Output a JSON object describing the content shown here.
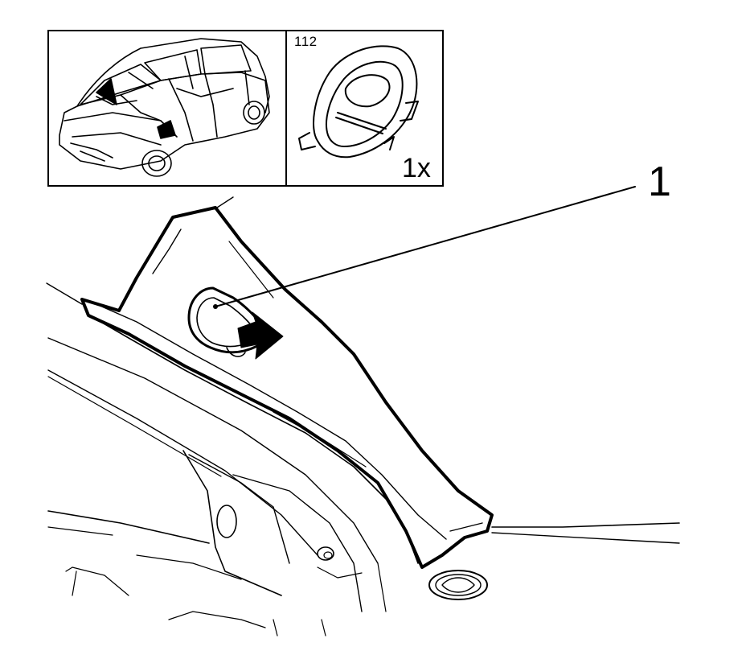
{
  "inset": {
    "part_number": "112",
    "quantity": "1x"
  },
  "callouts": [
    {
      "label": "1"
    }
  ],
  "colors": {
    "ink": "#000000",
    "paper": "#ffffff"
  }
}
